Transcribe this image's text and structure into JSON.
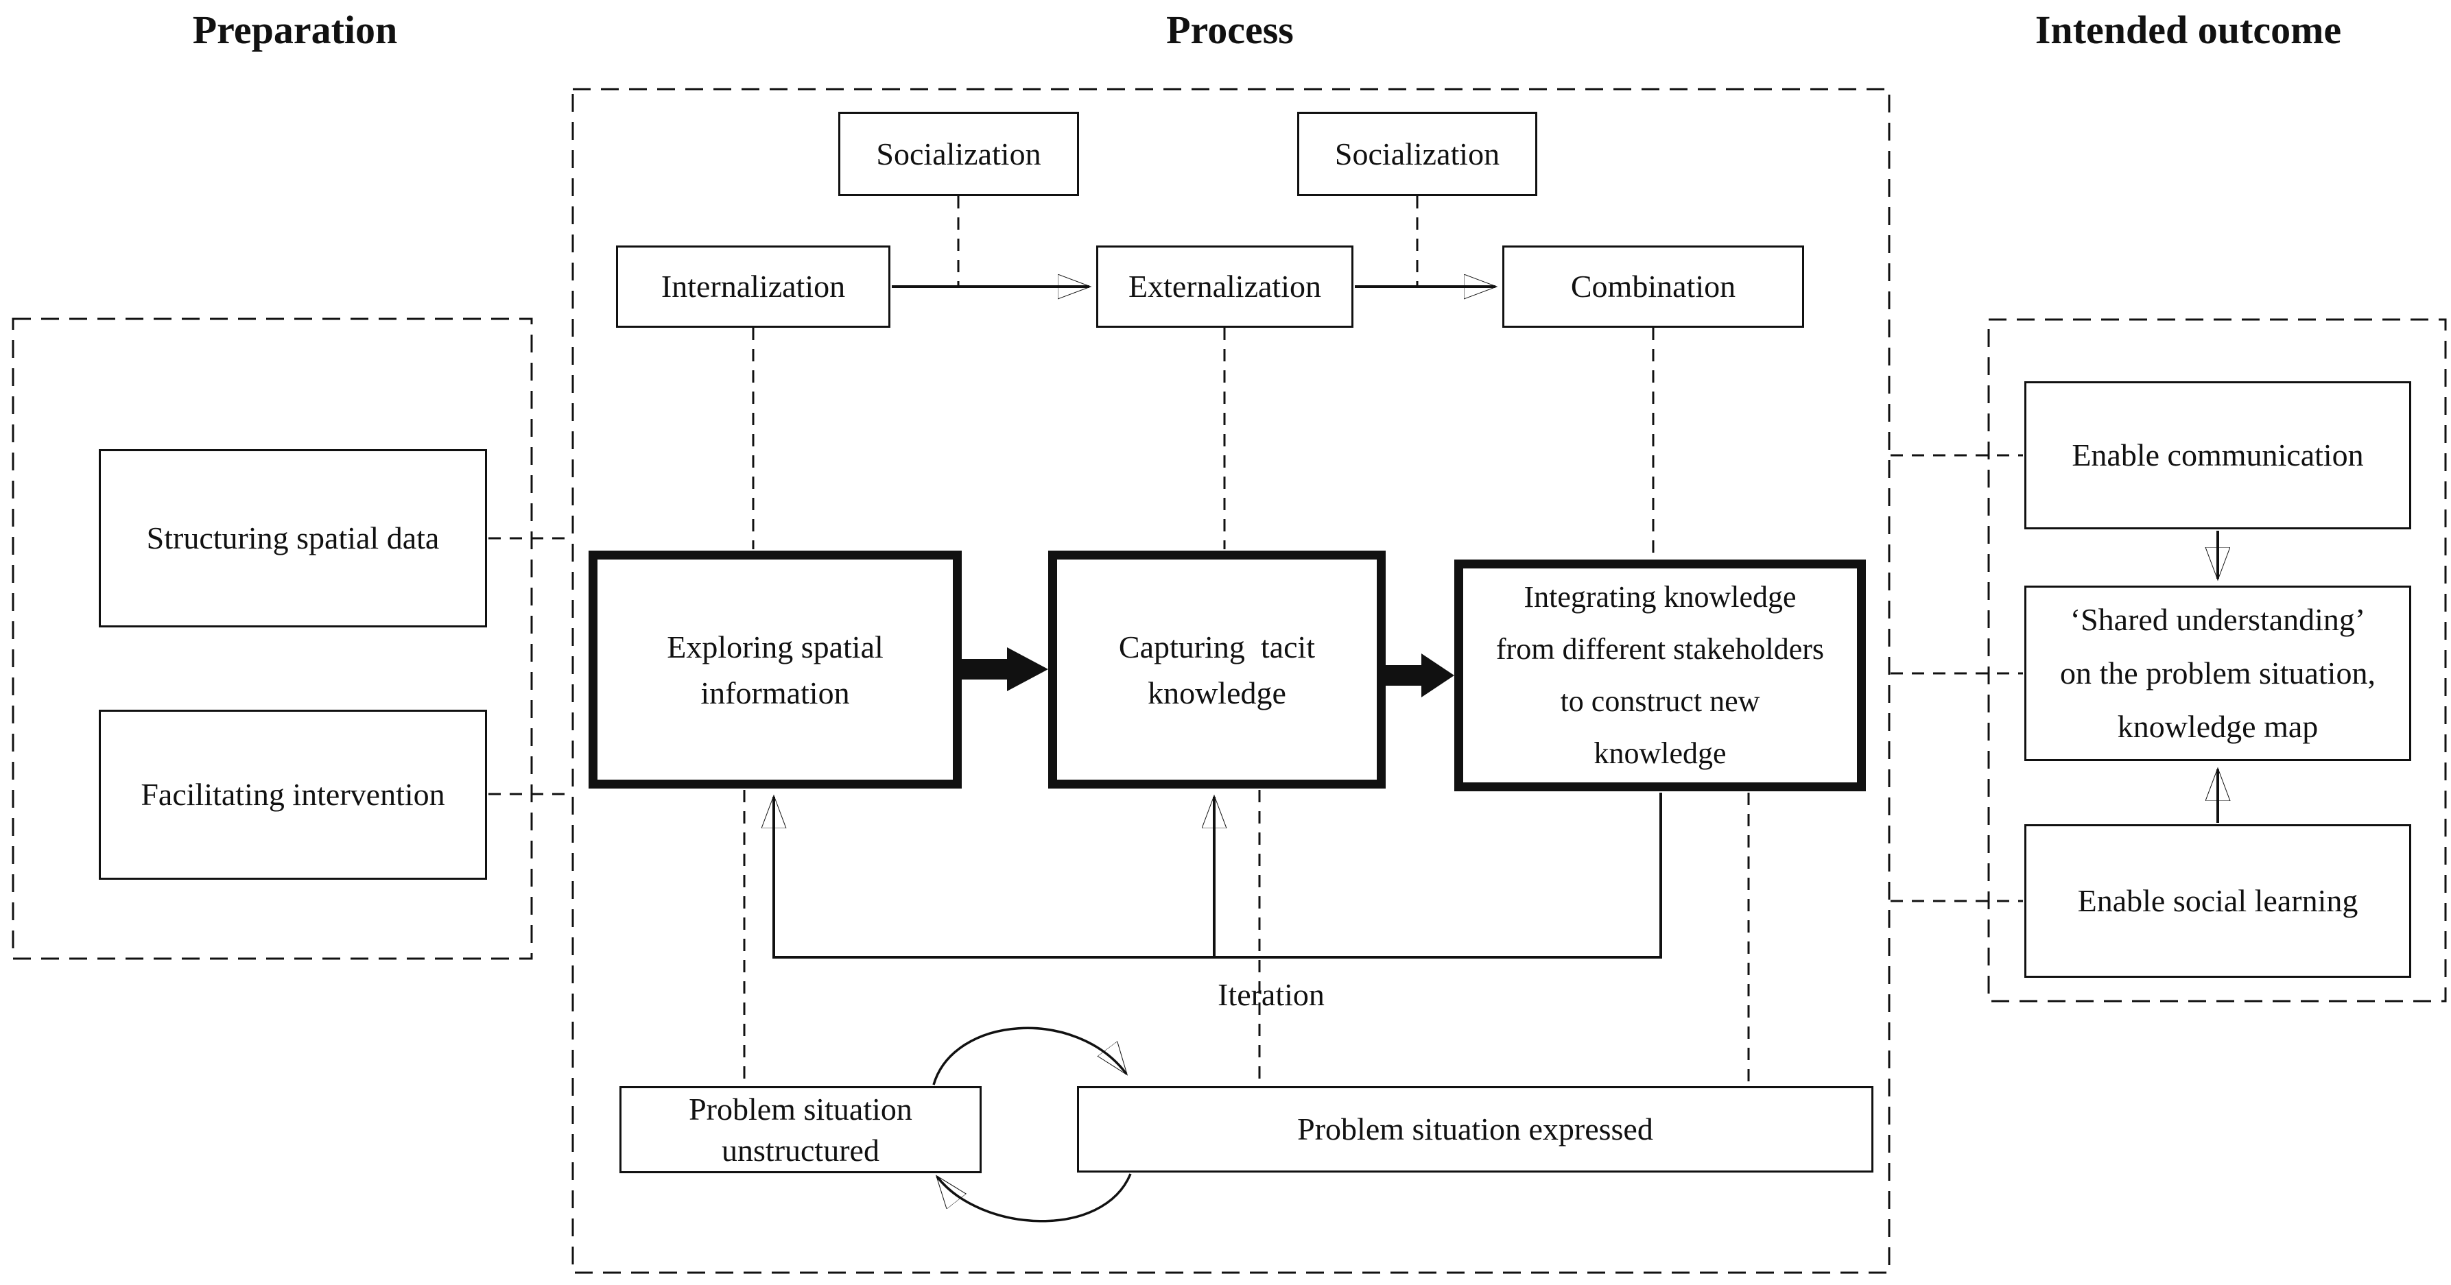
{
  "headers": {
    "preparation": "Preparation",
    "process": "Process",
    "intended_outcome": "Intended outcome"
  },
  "preparation": {
    "structuring": "Structuring spatial data",
    "facilitating": "Facilitating intervention"
  },
  "process": {
    "socialization_left": "Socialization",
    "socialization_right": "Socialization",
    "internalization": "Internalization",
    "externalization": "Externalization",
    "combination": "Combination",
    "exploring": "Exploring spatial\ninformation",
    "capturing": "Capturing  tacit\nknowledge",
    "integrating": "Integrating knowledge\nfrom different stakeholders\nto construct new\nknowledge",
    "iteration_label": "Iteration",
    "problem_unstructured": "Problem situation\nunstructured",
    "problem_expressed": "Problem situation expressed"
  },
  "outcome": {
    "enable_communication": "Enable communication",
    "shared_understanding": "‘Shared understanding’\non the problem situation,\nknowledge map",
    "enable_social_learning": "Enable social learning"
  },
  "colors": {
    "line": "#111111",
    "background": "#ffffff"
  }
}
